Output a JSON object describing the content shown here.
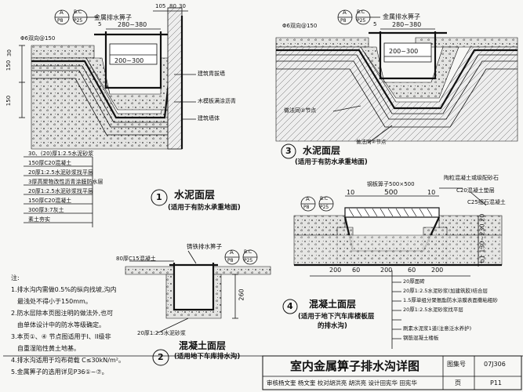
{
  "title_block": {
    "title": "室内金属箅子排水沟详图",
    "atlas_label": "图集号",
    "atlas_no": "07J306",
    "page_label": "页",
    "page_no": "P11",
    "review_row": "审核杨文奎 杨文奎  校对胡洪亮  胡洪亮  设计田宪华  田宪华"
  },
  "detail1": {
    "grate_label": "金属排水箅子",
    "ref_top": "A",
    "ref_bottom": "P8",
    "ref2_top": "B.C",
    "ref2_bottom": "P25",
    "dims_top": [
      "105",
      "80",
      "30"
    ],
    "dim_width": "280~380",
    "dim_inner": "200~300",
    "dim_5": "5",
    "rebar": "Φ6双向@150",
    "dims_left": [
      "30",
      "150",
      "150"
    ],
    "side_labels": [
      "建筑胄拔墙",
      "木模板满涂沥青",
      "建筑墙体"
    ],
    "layers": [
      "30、(20)厚1:2.5水泥砂浆",
      "150厚C20混凝土",
      "20厚1:2.5水泥砂浆找平层",
      "3厚高聚物改性沥青涂膜防水层",
      "20厚1:2.5水泥砂浆找平层",
      "150厚C20混凝土",
      "300厚3:7灰土",
      "素土夯实"
    ],
    "number": "1",
    "name": "水泥面层",
    "subtitle": "(适用于有防水承重地面)"
  },
  "detail3": {
    "grate_label": "金属排水箅子",
    "rebar": "Φ6双向@150",
    "dim_width": "280~380",
    "dim_inner": "200~300",
    "dim_5": "5",
    "node_label_a": "做法同②节点",
    "node_label_b": "做法同②节点",
    "number": "3",
    "name": "水泥面层",
    "subtitle": "(适用于有防水承重地面)"
  },
  "detail2": {
    "grate_label": "铸铁排水箅子",
    "concrete_label": "80厚C15混凝土",
    "dim_260": "260",
    "bottom_label": "20厚1:2.5水泥砂浆",
    "number": "2",
    "name": "混凝土面层",
    "subtitle": "(适用地下车库排水沟)"
  },
  "detail4": {
    "grate_label": "钢板箅子500×500",
    "top_labels": [
      "陶粒混凝土或级配砂石",
      "C20混凝土垫层",
      "C25细石混凝土"
    ],
    "dims_top": [
      "10",
      "500",
      "10"
    ],
    "dims_bottom": [
      "200",
      "60",
      "200",
      "60",
      "200"
    ],
    "dim_right": "b1 130~230 20",
    "layers": [
      "20厚面砖",
      "20厚1:2.5水泥砂浆(加建筑胶)结合层",
      "1.5厚单组分聚氨酯防水涂膜表面撒粘粗砂",
      "20厚1:2.5水泥砂浆找平层",
      "刷素水泥浆1道(注意泛水养护)",
      "钢筋混凝土楼板"
    ],
    "number": "4",
    "name": "混凝土面层",
    "subtitle_1": "(适用于地下汽车库楼板层",
    "subtitle_2": "的排水沟)"
  },
  "notes": {
    "heading": "注:",
    "items": [
      "1.排水沟内需做0.5%的纵向找坡,沟内",
      "最浅处不得小于150mm。",
      "2.防水层除本页图注明的做法外,也可",
      "由单体设计中的防水等级确定。",
      "3.本页①、④ 节点图适用于I、II级非",
      "自重湿陷性黄土地基。",
      "4.排水沟适用于均布荷载 C≤30kN/m²。",
      "5.金属箅子的选用详见P36①~⑦。"
    ]
  }
}
